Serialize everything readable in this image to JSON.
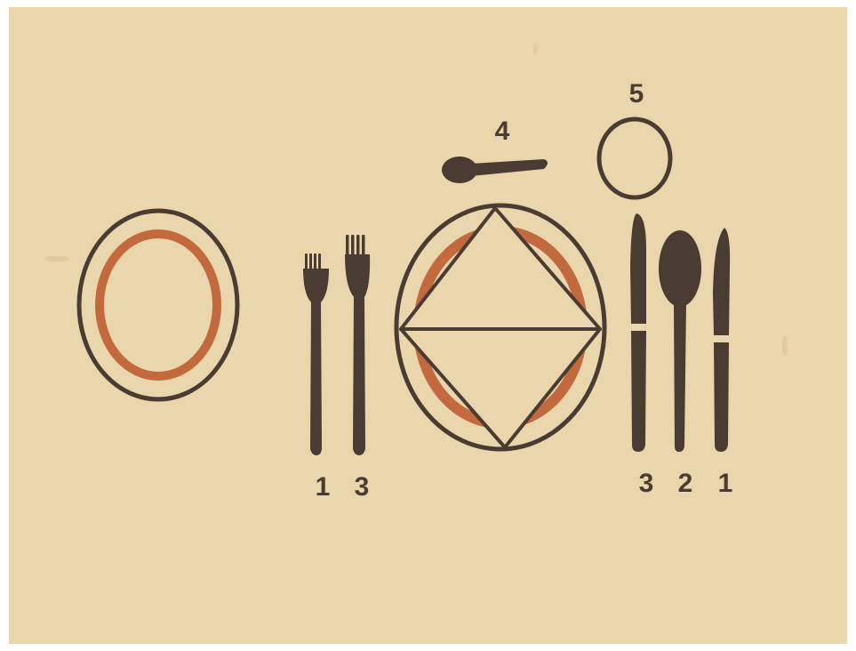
{
  "colors": {
    "background": "#ead6ac",
    "ink": "#4a3b33",
    "accent": "#c26a3e"
  },
  "labels": {
    "fork_left_outer": "1",
    "fork_left_inner": "3",
    "dessert_spoon": "4",
    "glass": "5",
    "knife_inner": "3",
    "spoon": "2",
    "knife_outer": "1"
  }
}
